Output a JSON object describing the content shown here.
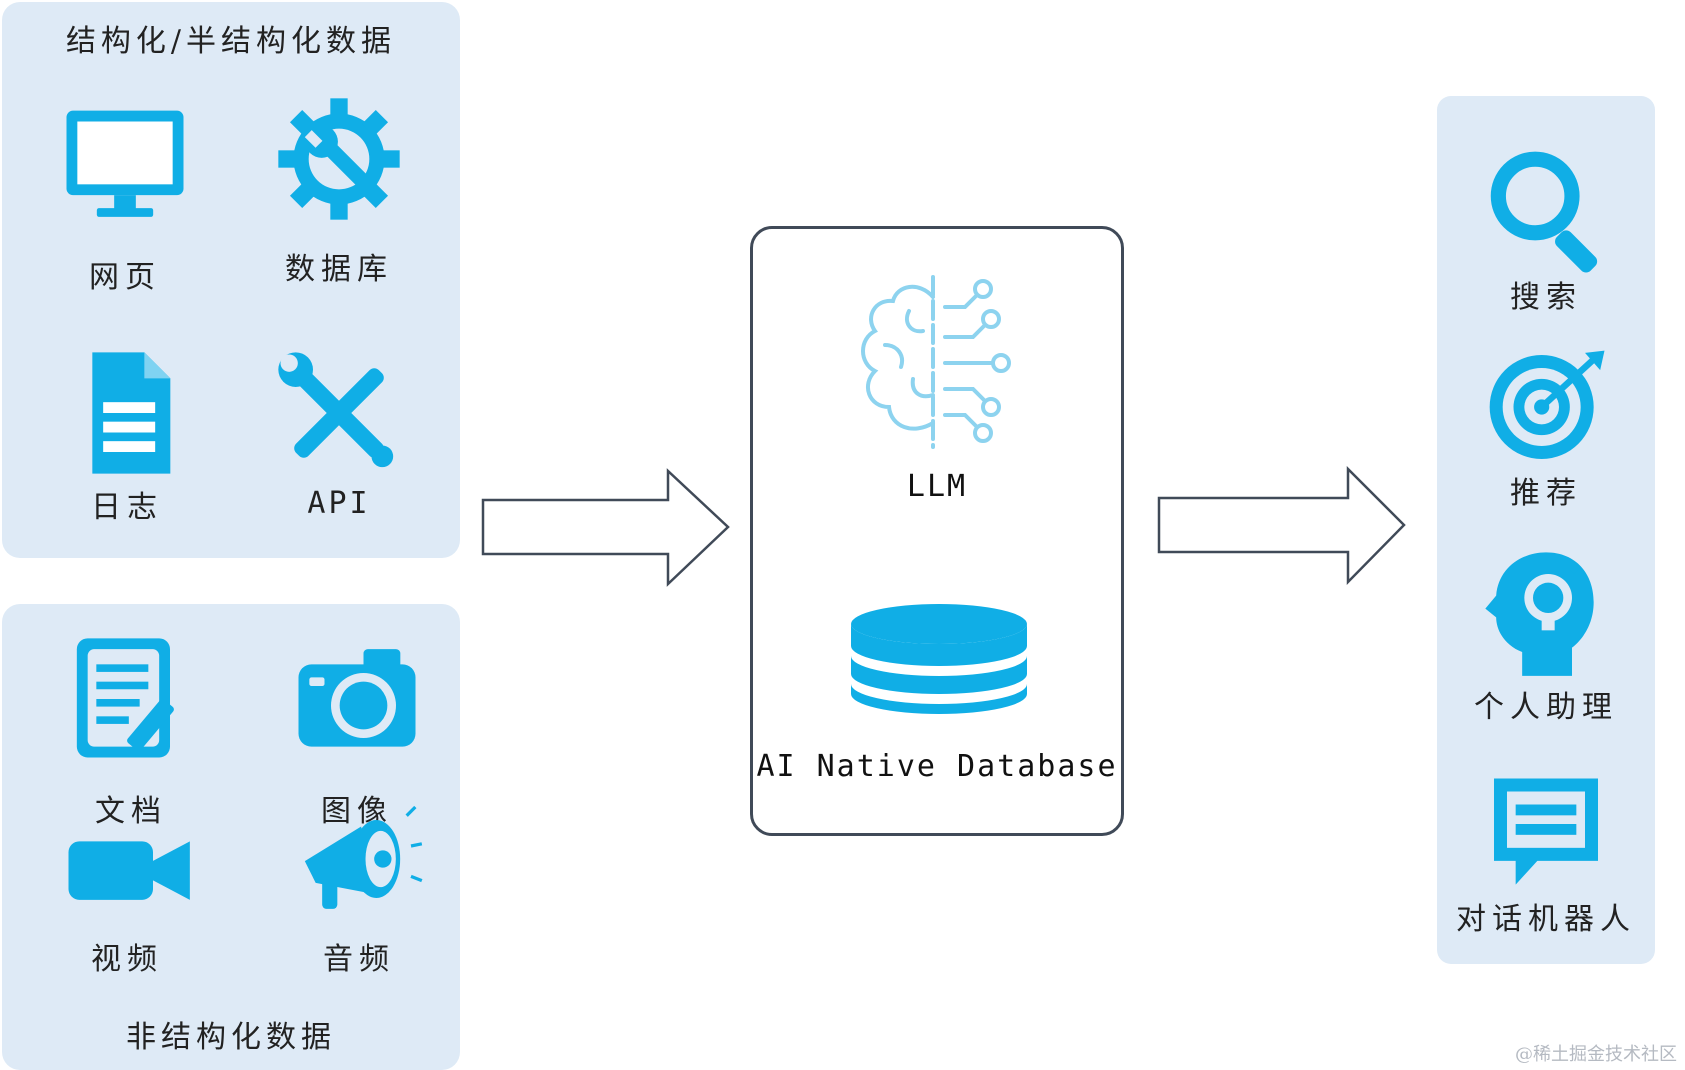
{
  "colors": {
    "icon": "#10aee6",
    "panel": "#deeaf6",
    "border": "#404a58"
  },
  "structured": {
    "title": "结构化/半结构化数据",
    "items": [
      {
        "label": "网页",
        "icon": "monitor-icon"
      },
      {
        "label": "数据库",
        "icon": "gear-wrench-icon"
      },
      {
        "label": "日志",
        "icon": "document-icon"
      },
      {
        "label": "API",
        "icon": "tools-icon"
      }
    ]
  },
  "unstructured": {
    "title": "非结构化数据",
    "items": [
      {
        "label": "文档",
        "icon": "doc-edit-icon"
      },
      {
        "label": "图像",
        "icon": "camera-icon"
      },
      {
        "label": "视频",
        "icon": "video-camera-icon"
      },
      {
        "label": "音频",
        "icon": "megaphone-icon"
      }
    ]
  },
  "center": {
    "llm_label": "LLM",
    "db_label": "AI Native Database"
  },
  "applications": {
    "items": [
      {
        "label": "搜索",
        "icon": "search-icon"
      },
      {
        "label": "推荐",
        "icon": "target-icon"
      },
      {
        "label": "个人助理",
        "icon": "head-idea-icon"
      },
      {
        "label": "对话机器人",
        "icon": "chat-icon"
      }
    ]
  },
  "watermark": "@稀土掘金技术社区"
}
